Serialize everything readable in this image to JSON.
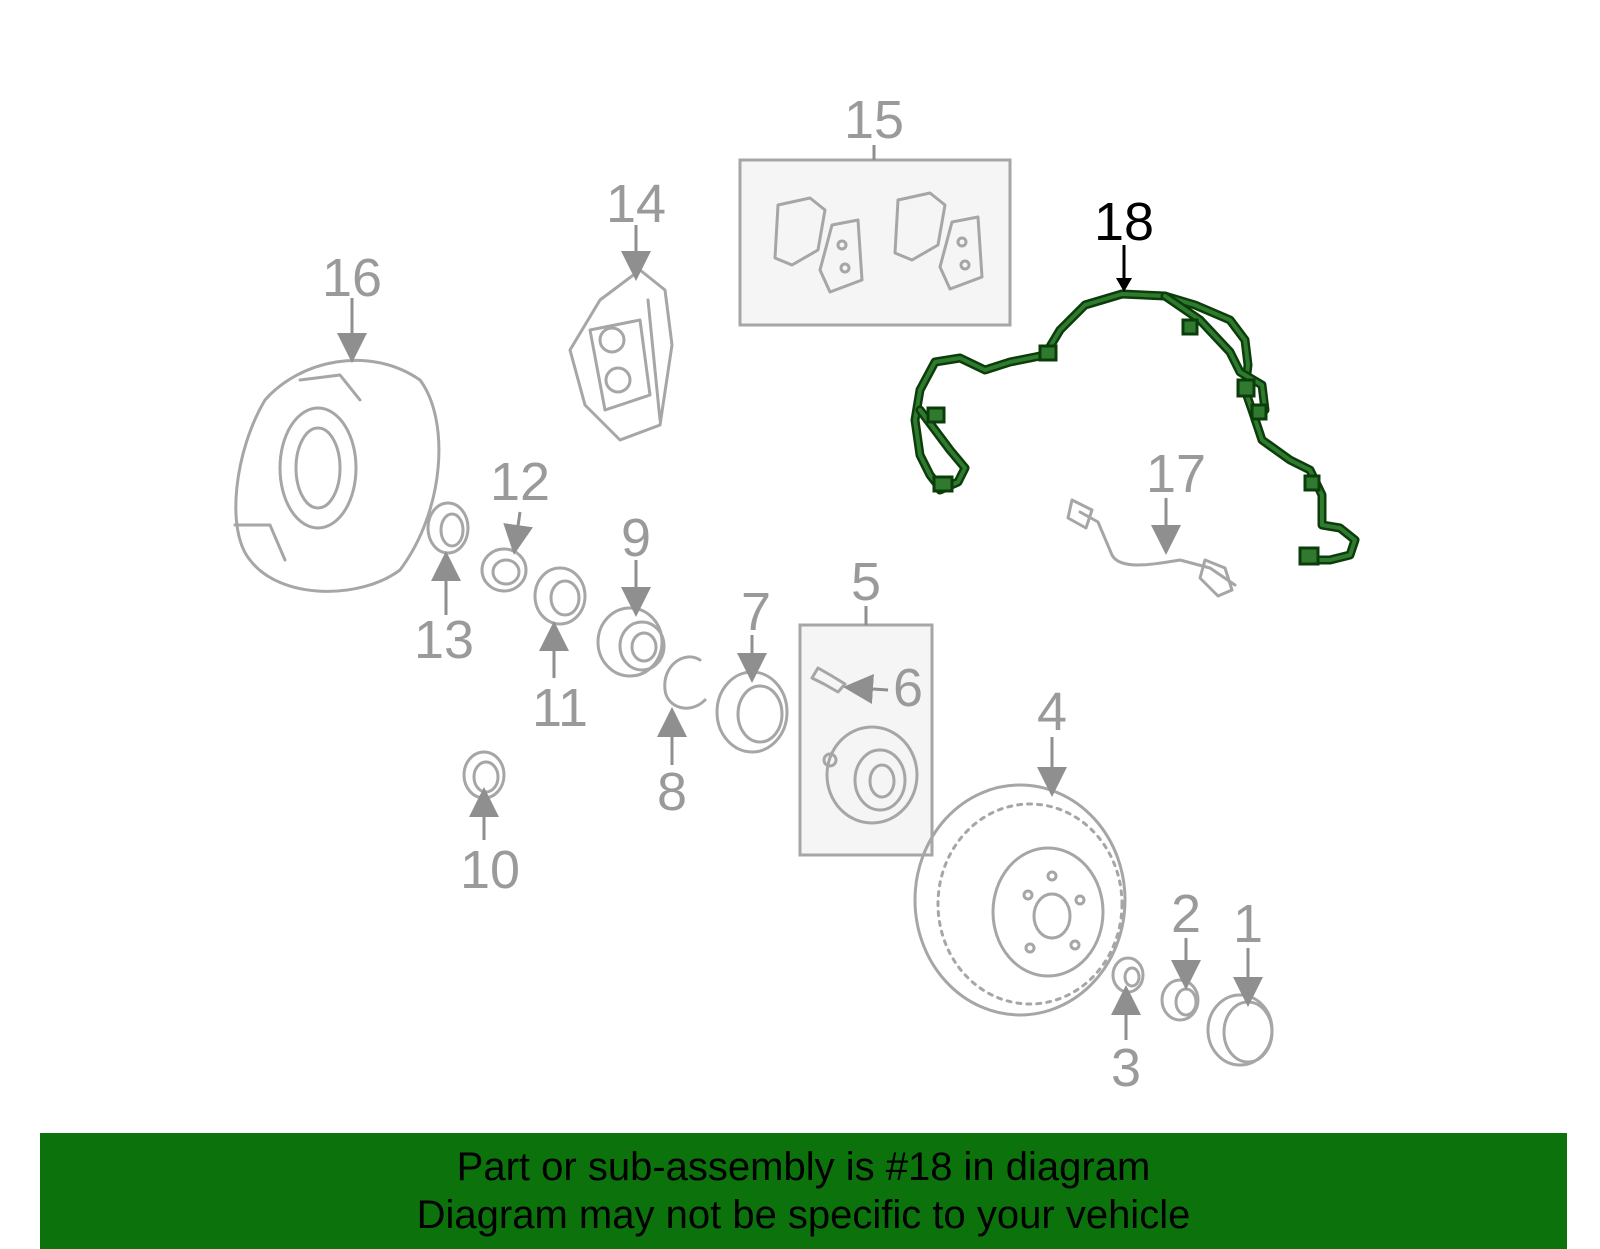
{
  "diagram": {
    "highlight_color": "#0c720c",
    "highlighted_part": "18",
    "callouts": {
      "c1": "1",
      "c2": "2",
      "c3": "3",
      "c4": "4",
      "c5": "5",
      "c6": "6",
      "c7": "7",
      "c8": "8",
      "c9": "9",
      "c10": "10",
      "c11": "11",
      "c12": "12",
      "c13": "13",
      "c14": "14",
      "c15": "15",
      "c16": "16",
      "c17": "17",
      "c18": "18"
    }
  },
  "banner": {
    "line1": "Part or sub-assembly is #18 in diagram",
    "line2": "Diagram may not be specific to your vehicle"
  }
}
